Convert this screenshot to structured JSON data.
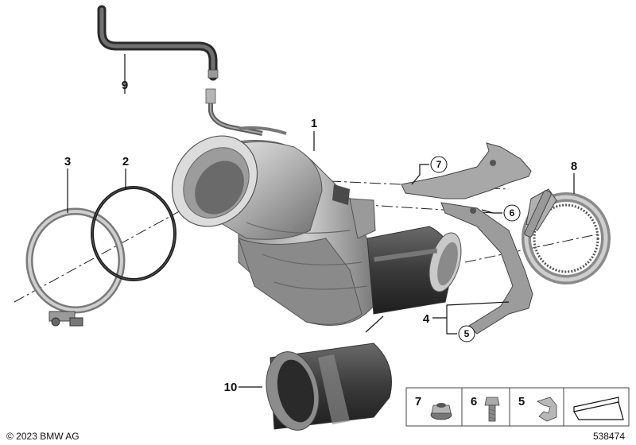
{
  "diagram": {
    "callouts": [
      {
        "id": "c1",
        "label": "1"
      },
      {
        "id": "c2",
        "label": "2"
      },
      {
        "id": "c3",
        "label": "3"
      },
      {
        "id": "c4",
        "label": "4"
      },
      {
        "id": "c5",
        "label": "5"
      },
      {
        "id": "c6",
        "label": "6"
      },
      {
        "id": "c7",
        "label": "7"
      },
      {
        "id": "c8",
        "label": "8"
      },
      {
        "id": "c9",
        "label": "9"
      },
      {
        "id": "c10",
        "label": "10"
      }
    ],
    "legend": [
      {
        "label": "7",
        "part": "flange-nut-icon"
      },
      {
        "label": "6",
        "part": "hex-bolt-icon"
      },
      {
        "label": "5",
        "part": "clip-icon"
      },
      {
        "label": "",
        "part": "wedge-arrow-icon"
      }
    ]
  },
  "footer": {
    "copyright": "© 2023 BMW AG",
    "image_number": "538474"
  }
}
